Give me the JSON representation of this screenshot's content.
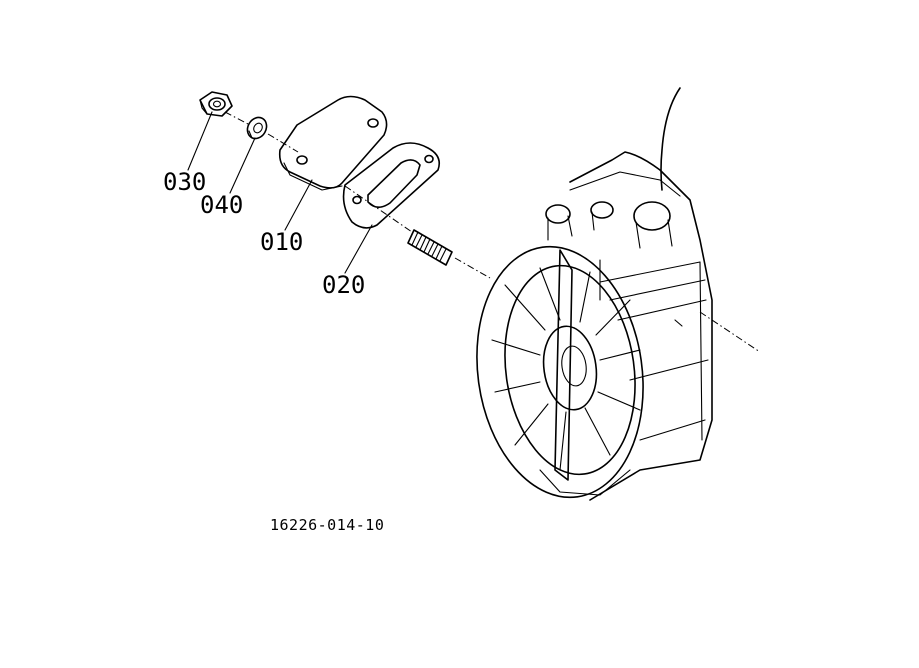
{
  "parts": [
    {
      "id": "nut",
      "number": "030"
    },
    {
      "id": "washer",
      "number": "040"
    },
    {
      "id": "cover-plate",
      "number": "010"
    },
    {
      "id": "gasket",
      "number": "020"
    }
  ],
  "reference_code": "16226-014-10"
}
